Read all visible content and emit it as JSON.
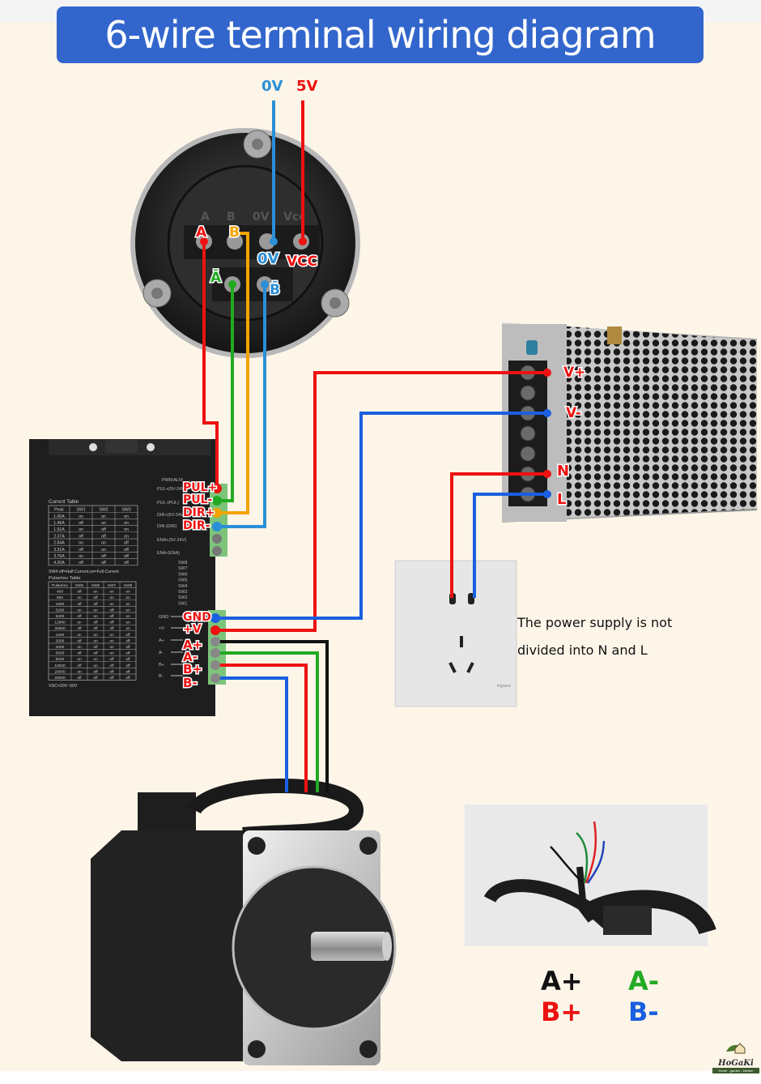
{
  "title": "6-wire terminal wiring diagram",
  "encoder": {
    "supply_labels": {
      "zero_v": "0V",
      "five_v": "5V"
    },
    "housing_labels": [
      "A",
      "B",
      "0V",
      "Vcc"
    ],
    "terminals": {
      "a": "A",
      "b": "B",
      "zero_v": "0V",
      "vcc": "VCC",
      "a_bar": "Ā",
      "b_bar": "B̄"
    }
  },
  "driver": {
    "signal_terminals": [
      "PUL+",
      "PUL-",
      "DIR+",
      "DIR-"
    ],
    "power_terminals": [
      "GND",
      "+V",
      "A+",
      "A-",
      "B+",
      "B-"
    ],
    "printed_signal_labels": [
      "PWR/ALM",
      "PUL+(5V-24V)",
      "PUL-(PUL)",
      "DIR+(5V-24V)",
      "DIR-(DIR)",
      "ENA+(5V-24V)",
      "ENA-(ENA)"
    ],
    "printed_power_labels": [
      "GND",
      "+V",
      "A+",
      "A-",
      "B+",
      "B-"
    ],
    "switch_labels": [
      "SW8",
      "SW7",
      "SW6",
      "SW5",
      "SW4",
      "SW3",
      "SW2",
      "SW1"
    ],
    "current_table": {
      "title": "Current Table",
      "headers": [
        "Peak",
        "SW1",
        "SW2",
        "SW3"
      ],
      "rows": [
        [
          "1.00A",
          "on",
          "on",
          "on"
        ],
        [
          "1.46A",
          "off",
          "on",
          "on"
        ],
        [
          "1.91A",
          "on",
          "off",
          "on"
        ],
        [
          "2.37A",
          "off",
          "off",
          "on"
        ],
        [
          "2.84A",
          "on",
          "on",
          "off"
        ],
        [
          "3.31A",
          "off",
          "on",
          "off"
        ],
        [
          "3.76A",
          "on",
          "off",
          "off"
        ],
        [
          "4.20A",
          "off",
          "off",
          "off"
        ]
      ]
    },
    "sw4_note": "SW4 off=Half Current,on=Full Current",
    "pulse_table": {
      "title": "Pulse/rev Table",
      "headers": [
        "Pulse/rev",
        "SW5",
        "SW6",
        "SW7",
        "SW8"
      ],
      "rows": [
        [
          "400",
          "off",
          "on",
          "on",
          "on"
        ],
        [
          "800",
          "on",
          "off",
          "on",
          "on"
        ],
        [
          "1600",
          "off",
          "off",
          "on",
          "on"
        ],
        [
          "3200",
          "on",
          "on",
          "off",
          "on"
        ],
        [
          "6400",
          "off",
          "on",
          "off",
          "on"
        ],
        [
          "12800",
          "on",
          "off",
          "off",
          "on"
        ],
        [
          "25600",
          "off",
          "off",
          "off",
          "on"
        ],
        [
          "1000",
          "on",
          "on",
          "on",
          "off"
        ],
        [
          "2000",
          "off",
          "on",
          "on",
          "off"
        ],
        [
          "4000",
          "on",
          "off",
          "on",
          "off"
        ],
        [
          "5000",
          "off",
          "off",
          "on",
          "off"
        ],
        [
          "8000",
          "on",
          "on",
          "off",
          "off"
        ],
        [
          "10000",
          "off",
          "on",
          "off",
          "off"
        ],
        [
          "20000",
          "on",
          "off",
          "off",
          "off"
        ],
        [
          "25000",
          "off",
          "off",
          "off",
          "off"
        ]
      ]
    },
    "vdc_note": "VDC=20V~50V"
  },
  "power_supply": {
    "terminals": [
      "V+",
      "V-",
      "N",
      "L"
    ]
  },
  "outlet": {
    "brand": "legrand"
  },
  "note": {
    "line1": "The power supply is not",
    "line2": "divided into N and L"
  },
  "legend": {
    "a_plus": "A+",
    "a_minus": "A-",
    "b_plus": "B+",
    "b_minus": "B-"
  },
  "logo": {
    "name": "HoGaKi",
    "tagline": "Home - garden - kitchen"
  },
  "colors": {
    "title_bg": "#3366cc",
    "red": "#ee1111",
    "blue": "#1a5fe0",
    "light_blue": "#2a8fd6",
    "green": "#22aa22",
    "orange": "#f5a300",
    "black": "#111111",
    "background": "#fdf5e8"
  }
}
